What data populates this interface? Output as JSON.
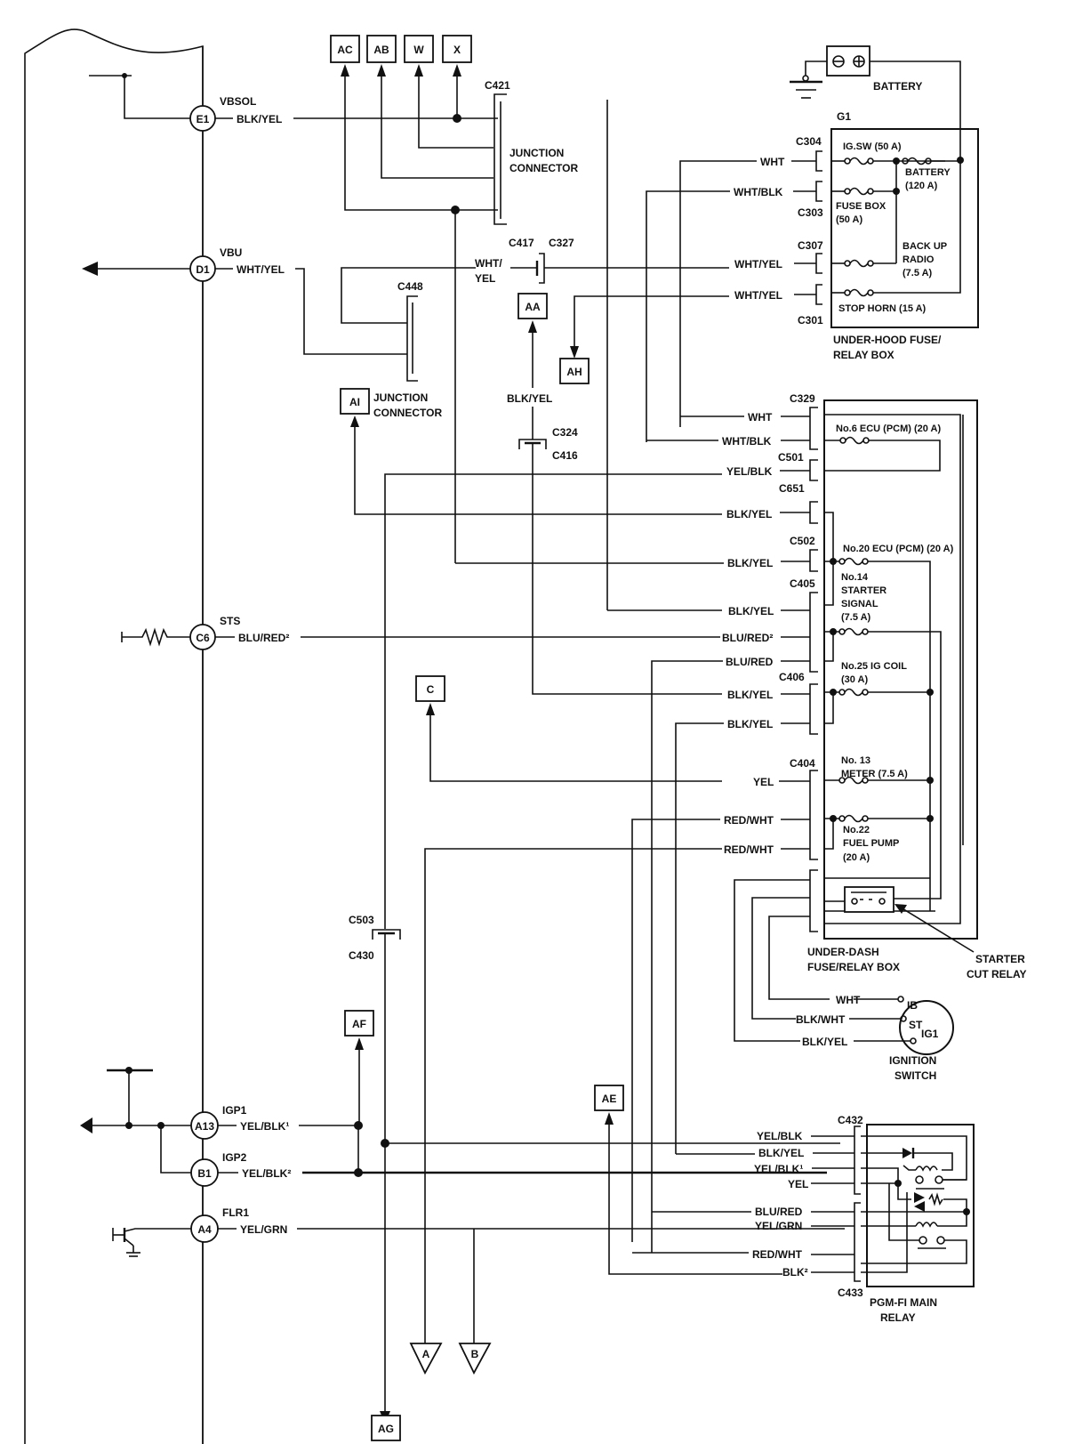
{
  "ecm": {
    "pins": [
      {
        "id": "E1",
        "signal": "VBSOL",
        "wire": "BLK/YEL"
      },
      {
        "id": "D1",
        "signal": "VBU",
        "wire": "WHT/YEL"
      },
      {
        "id": "C6",
        "signal": "STS",
        "wire": "BLU/RED²"
      },
      {
        "id": "A13",
        "signal": "IGP1",
        "wire": "YEL/BLK¹"
      },
      {
        "id": "B1",
        "signal": "IGP2",
        "wire": "YEL/BLK²"
      },
      {
        "id": "A4",
        "signal": "FLR1",
        "wire": "YEL/GRN"
      }
    ]
  },
  "offpage_refs": {
    "top": [
      "AC",
      "AB",
      "W",
      "X"
    ],
    "AA": "AA",
    "AH": "AH",
    "AI": "AI",
    "C": "C",
    "AF": "AF",
    "AE": "AE",
    "AG": "AG",
    "triangles": [
      "A",
      "B"
    ]
  },
  "connectors": {
    "C421": "C421",
    "C448": "C448",
    "C417": "C417",
    "C327": "C327",
    "C324": "C324",
    "C416": "C416",
    "C503": "C503",
    "C430": "C430",
    "C304": "C304",
    "C303": "C303",
    "C307": "C307",
    "C301": "C301",
    "C329": "C329",
    "C501": "C501",
    "C651": "C651",
    "C502": "C502",
    "C405": "C405",
    "C406": "C406",
    "C404": "C404",
    "C432": "C432",
    "C433": "C433"
  },
  "junction_connector_label": [
    "JUNCTION",
    "CONNECTOR"
  ],
  "battery": {
    "label": "BATTERY",
    "ground": "G1",
    "neg": "⊖",
    "pos": "⊕"
  },
  "under_hood_box": {
    "title": [
      "UNDER-HOOD FUSE/",
      "RELAY BOX"
    ],
    "fuses": {
      "igsw": "IG.SW (50 A)",
      "battery": [
        "BATTERY",
        "(120 A)"
      ],
      "fusebox": [
        "FUSE BOX",
        "(50 A)"
      ],
      "backup": [
        "BACK UP",
        "RADIO",
        "(7.5 A)"
      ],
      "stophorn": "STOP HORN (15 A)"
    },
    "wires": [
      "WHT",
      "WHT/BLK",
      "WHT/YEL",
      "WHT/YEL"
    ]
  },
  "under_dash_box": {
    "title": [
      "UNDER-DASH",
      "FUSE/RELAY BOX"
    ],
    "fuses": {
      "no6": "No.6 ECU (PCM) (20 A)",
      "no20": "No.20 ECU (PCM) (20 A)",
      "no14": [
        "No.14",
        "STARTER",
        "SIGNAL",
        "(7.5 A)"
      ],
      "no25": [
        "No.25 IG COIL",
        "(30 A)"
      ],
      "no13": [
        "No. 13",
        "METER (7.5 A)"
      ],
      "no22": [
        "No.22",
        "FUEL PUMP",
        "(20 A)"
      ]
    },
    "wires": [
      "WHT",
      "WHT/BLK",
      "YEL/BLK",
      "BLK/YEL",
      "BLK/YEL",
      "BLK/YEL",
      "BLU/RED²",
      "BLU/RED",
      "BLK/YEL",
      "BLK/YEL",
      "YEL",
      "RED/WHT",
      "RED/WHT"
    ],
    "starter_cut_relay": [
      "STARTER",
      "CUT RELAY"
    ]
  },
  "ignition_switch": {
    "title": [
      "IGNITION",
      "SWITCH"
    ],
    "terminals": [
      "IB",
      "ST",
      "IG1"
    ],
    "wires": [
      "WHT",
      "BLK/WHT",
      "BLK/YEL"
    ]
  },
  "wire_labels": {
    "c417_wht_yel": [
      "WHT/",
      "YEL"
    ],
    "blk_yel_aa": "BLK/YEL"
  },
  "pgmfi_relay": {
    "title": [
      "PGM-FI MAIN",
      "RELAY"
    ],
    "wires": [
      "YEL/BLK",
      "BLK/YEL",
      "YEL/BLK¹",
      "YEL",
      "BLU/RED",
      "YEL/GRN",
      "RED/WHT",
      "BLK²"
    ]
  }
}
